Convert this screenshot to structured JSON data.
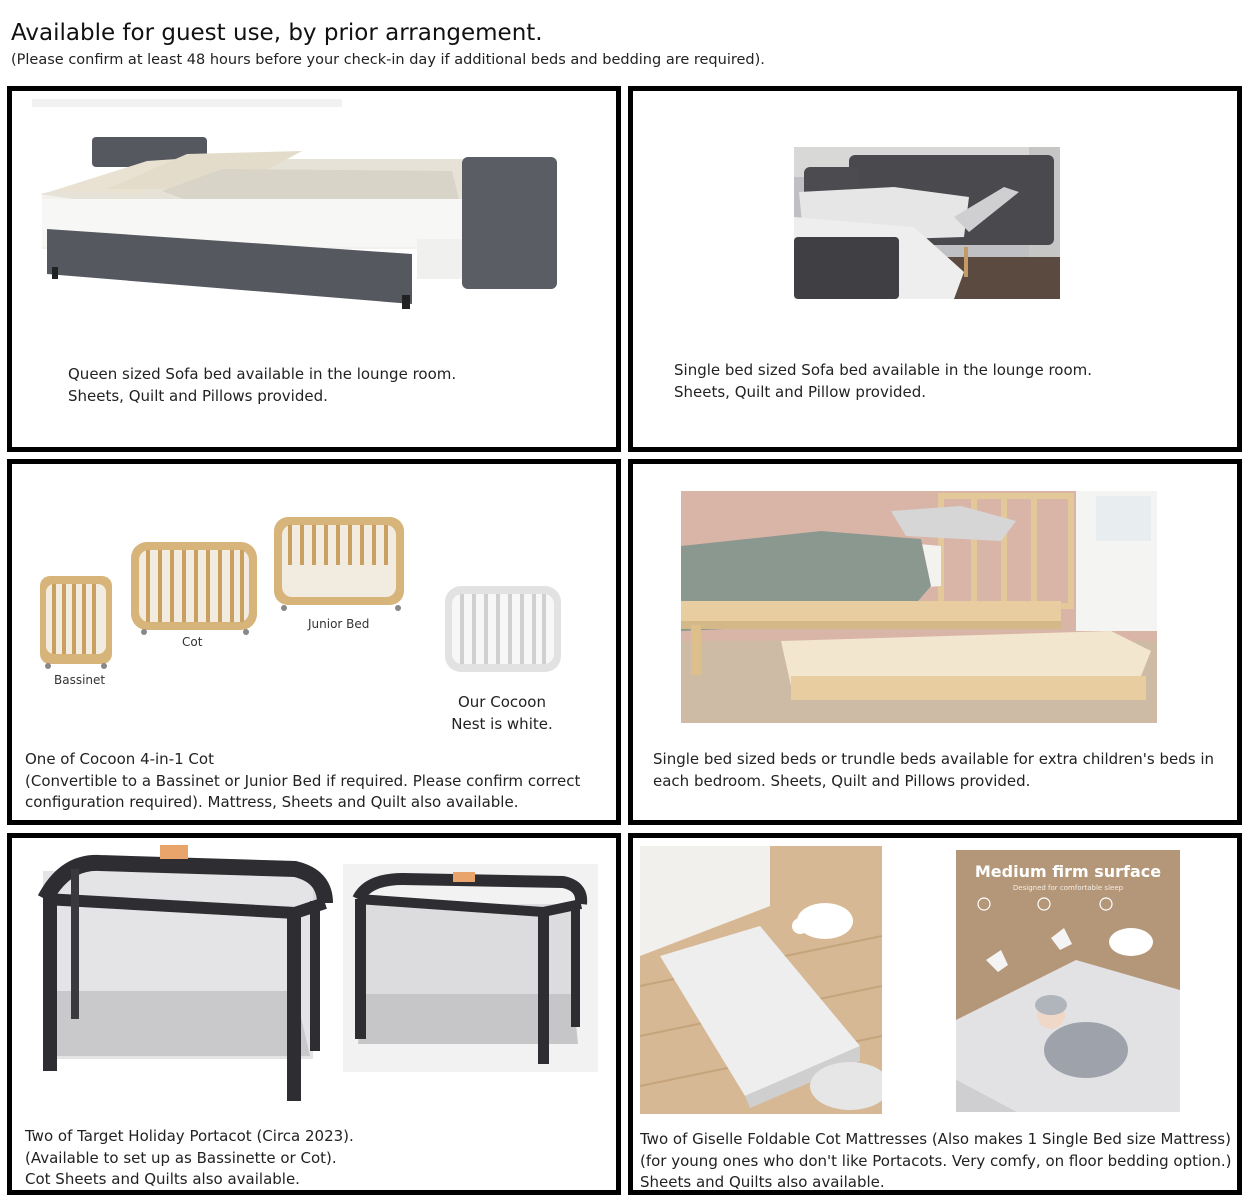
{
  "header": {
    "title": "Available for guest use, by prior arrangement.",
    "subtitle": "(Please confirm at least 48 hours before your check-in day if additional beds and bedding are required)."
  },
  "panels": [
    {
      "caption": [
        "Queen sized Sofa bed available in the lounge room.",
        "Sheets, Quilt and Pillows provided."
      ]
    },
    {
      "caption": [
        "Single bed sized Sofa bed available in the lounge room.",
        "Sheets, Quilt and Pillow provided."
      ]
    },
    {
      "cot_labels": {
        "bassinet": "Bassinet",
        "cot": "Cot",
        "junior": "Junior Bed"
      },
      "note": [
        "Our Cocoon",
        "Nest is white."
      ],
      "caption": [
        "One of Cocoon 4-in-1 Cot",
        "(Convertible to a Bassinet or Junior Bed if required. Please confirm correct",
        "configuration required). Mattress, Sheets and Quilt also available."
      ]
    },
    {
      "caption": [
        "Single bed sized beds or trundle beds available for extra children's beds in",
        "each bedroom. Sheets, Quilt and Pillows provided."
      ]
    },
    {
      "caption": [
        "Two of Target Holiday Portacot (Circa 2023).",
        "(Available to set up as Bassinette or Cot).",
        "Cot Sheets and Quilts also available."
      ]
    },
    {
      "ad_heading": "Medium firm surface",
      "ad_sub": "Designed for comfortable sleep",
      "caption": [
        "Two of Giselle Foldable Cot Mattresses  (Also makes 1 Single Bed size Mattress)",
        "(for young ones who don't like Portacots. Very comfy, on floor bedding option.)",
        "Sheets and Quilts also available."
      ]
    }
  ]
}
